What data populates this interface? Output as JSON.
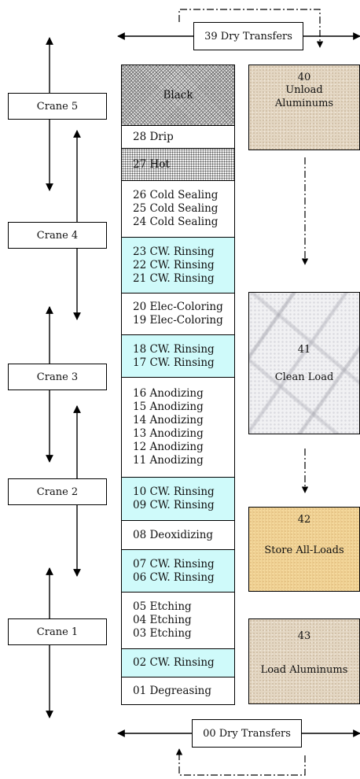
{
  "cranes": [
    {
      "label": "Crane 5"
    },
    {
      "label": "Crane 4"
    },
    {
      "label": "Crane 3"
    },
    {
      "label": "Crane 2"
    },
    {
      "label": "Crane 1"
    }
  ],
  "transfers": {
    "top": "39 Dry Transfers",
    "bottom": "00 Dry Transfers"
  },
  "tanks": [
    {
      "lines": [
        "Black"
      ],
      "style": "hatch"
    },
    {
      "lines": [
        "28 Drip"
      ],
      "style": "white"
    },
    {
      "lines": [
        "27 Hot"
      ],
      "style": "dots"
    },
    {
      "lines": [
        "26 Cold Sealing",
        "25 Cold Sealing",
        "24 Cold Sealing"
      ],
      "style": "white"
    },
    {
      "lines": [
        "23 CW. Rinsing",
        "22 CW. Rinsing",
        "21 CW. Rinsing"
      ],
      "style": "cyan"
    },
    {
      "lines": [
        "20 Elec-Coloring",
        "19 Elec-Coloring"
      ],
      "style": "white"
    },
    {
      "lines": [
        "18 CW. Rinsing",
        "17 CW. Rinsing"
      ],
      "style": "cyan"
    },
    {
      "lines": [
        "16 Anodizing",
        "15 Anodizing",
        "14 Anodizing",
        "13 Anodizing",
        "12 Anodizing",
        "11 Anodizing"
      ],
      "style": "white"
    },
    {
      "lines": [
        "10 CW. Rinsing",
        "09 CW. Rinsing"
      ],
      "style": "cyan"
    },
    {
      "lines": [
        "08 Deoxidizing"
      ],
      "style": "white"
    },
    {
      "lines": [
        "07 CW. Rinsing",
        "06 CW. Rinsing"
      ],
      "style": "cyan"
    },
    {
      "lines": [
        "05 Etching",
        "04 Etching",
        "03 Etching"
      ],
      "style": "white"
    },
    {
      "lines": [
        "02 CW. Rinsing"
      ],
      "style": "cyan"
    },
    {
      "lines": [
        "01 Degreasing"
      ],
      "style": "white"
    }
  ],
  "stations": [
    {
      "number": "40",
      "label": "Unload Aluminums",
      "texture": "sand"
    },
    {
      "number": "41",
      "label": "Clean Load",
      "texture": "marble"
    },
    {
      "number": "42",
      "label": "Store All-Loads",
      "texture": "wood"
    },
    {
      "number": "43",
      "label": "Load Aluminums",
      "texture": "sand"
    }
  ]
}
